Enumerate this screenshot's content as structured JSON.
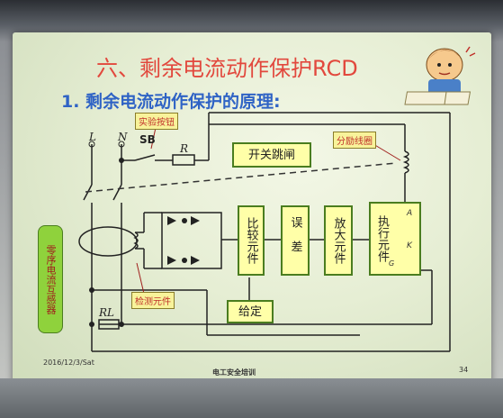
{
  "slide": {
    "title": "六、剩余电流动作保护RCD",
    "subtitle": "1. 剩余电流动作保护的原理:",
    "footer_date": "2016/12/3/Sat",
    "footer_center": "电工安全培训",
    "page_number": "34"
  },
  "labels": {
    "L": "L",
    "N": "N",
    "SB": "SB",
    "R": "R",
    "RL": "RL",
    "test_button": "实验按钮",
    "shunt_coil": "分励线圈",
    "detector": "检测元件",
    "switch_trip": "开关跳闸",
    "comparator": "比较元件",
    "error": "误差",
    "amplifier": "放大元件",
    "actuator": "执行元件",
    "setpoint": "给定",
    "ct_label": "零序电流互感器",
    "thyristor_A": "A",
    "thyristor_K": "K",
    "thyristor_G": "G"
  },
  "colors": {
    "title": "#e2483d",
    "subtitle": "#2f63c5",
    "box_border": "#4a7d1f",
    "box_fill": "#ffffa8",
    "callout_fill": "#f8f39a",
    "ct_fill": "#8fd23c"
  },
  "icons": {
    "mascot": "cartoon-student-reading-icon"
  }
}
